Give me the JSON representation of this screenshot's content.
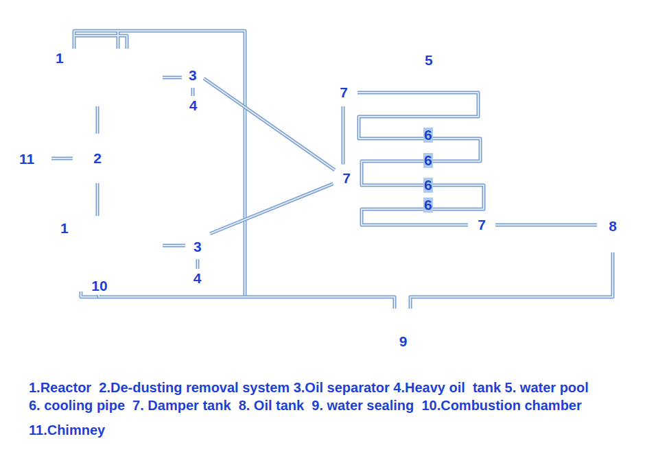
{
  "diagram": {
    "nodes": [
      {
        "text": [
          "1"
        ]
      },
      {
        "text": [
          "3"
        ]
      },
      {
        "text": [
          "4"
        ]
      },
      {
        "text": [
          "2"
        ]
      },
      {
        "text": [
          "11"
        ]
      },
      {
        "text": [
          "1"
        ]
      },
      {
        "text": [
          "3"
        ]
      },
      {
        "text": [
          "4"
        ]
      },
      {
        "text": [
          "10"
        ]
      },
      {
        "text": [
          "5"
        ]
      },
      {
        "text": [
          "7"
        ],
        "in": 9
      },
      {
        "text": [
          "7"
        ],
        "in": 9
      },
      {
        "text": [
          "7"
        ],
        "in": 9
      },
      {
        "text": [
          "8"
        ]
      },
      {
        "text": [
          "9"
        ]
      }
    ],
    "edges": [
      {
        "from": 0,
        "to": 3,
        "arrow": "none"
      },
      {
        "from": 3,
        "to": 5,
        "arrow": "none"
      },
      {
        "from": 4,
        "to": 3,
        "arrow": "none"
      },
      {
        "from": 0,
        "to": 1,
        "arrow": "none"
      },
      {
        "from": 1,
        "to": 2,
        "arrow": "none"
      },
      {
        "from": 5,
        "to": 6,
        "arrow": "none"
      },
      {
        "from": 6,
        "to": 7,
        "arrow": "none"
      },
      {
        "from": 1,
        "to": 11,
        "arrow": "none"
      },
      {
        "from": 6,
        "to": 11,
        "arrow": "none"
      },
      {
        "from": 10,
        "to": 11,
        "arrow": "none"
      },
      {
        "from": 10,
        "to": 12,
        "arrow": "none"
      },
      {
        "from": 12,
        "to": 13,
        "arrow": "none"
      },
      {
        "from": 13,
        "to": 14,
        "arrow": "none"
      },
      {
        "from": 8,
        "to": 14,
        "arrow": "none"
      }
    ],
    "labels": [
      "6",
      "6",
      "6",
      "6",
      "1.Reactor  2.De-dusting removal system 3.Oil separator 4.Heavy oil  tank 5. water pool",
      "6. cooling pipe  7. Damper tank  8. Oil tank  9. water sealing  10.Combustion chamber",
      "11.Chimney"
    ]
  }
}
